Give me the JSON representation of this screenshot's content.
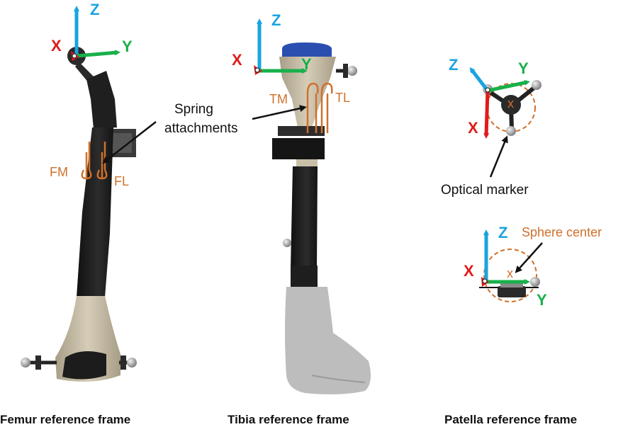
{
  "colors": {
    "x_axis": "#e01b1b",
    "y_axis": "#19b04a",
    "z_axis": "#1aa3e0",
    "accent_orange": "#d0702a",
    "bone": "#c9bfa8",
    "rod": "#1b1b1b",
    "foot": "#bdbdbd",
    "cap_blue": "#2a4fb0"
  },
  "axes": {
    "x": "X",
    "y": "Y",
    "z": "Z"
  },
  "femur": {
    "caption": "Femur reference frame",
    "spring_medial": "FM",
    "spring_lateral": "FL"
  },
  "tibia": {
    "caption": "Tibia reference frame",
    "spring_medial": "TM",
    "spring_lateral": "TL"
  },
  "patella": {
    "caption": "Patella reference frame",
    "marker_center": "x"
  },
  "annotations": {
    "spring_line1": "Spring",
    "spring_line2": "attachments",
    "optical_marker": "Optical marker",
    "sphere_center": "Sphere center"
  },
  "icons": {
    "femur_model": "femur-model-icon",
    "tibia_model": "tibia-model-icon",
    "patella_model": "patella-model-icon"
  }
}
